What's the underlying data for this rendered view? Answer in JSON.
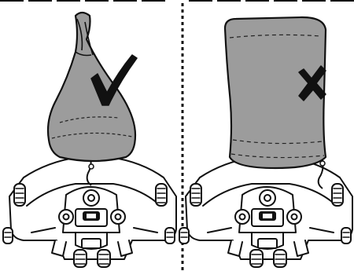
{
  "figure": {
    "panels": [
      {
        "id": "correct",
        "bag_shape": "twisted-cone",
        "verdict": "correct",
        "verdict_icon": "checkmark-icon"
      },
      {
        "id": "incorrect",
        "bag_shape": "open-cylinder",
        "verdict": "incorrect",
        "verdict_icon": "cross-icon"
      }
    ],
    "divider": "dotted-vertical",
    "colors": {
      "bag_fill": "#9c9c9c",
      "outline": "#111111",
      "mark": "#111111",
      "robot_fill": "#ffffff"
    }
  }
}
